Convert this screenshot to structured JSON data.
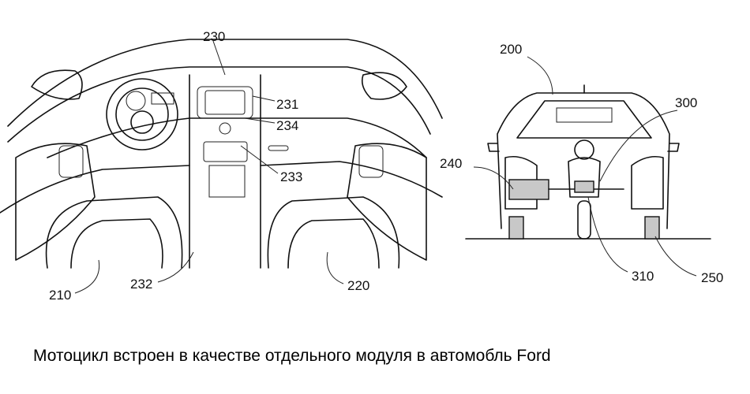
{
  "figure_left": {
    "labels": {
      "l230": "230",
      "l231": "231",
      "l234": "234",
      "l233": "233",
      "l210": "210",
      "l232": "232",
      "l220": "220"
    }
  },
  "figure_right": {
    "labels": {
      "l200": "200",
      "l300": "300",
      "l240": "240",
      "l310": "310",
      "l250": "250"
    }
  },
  "caption": "Мотоцикл встроен в качестве отдельного модуля в автомобль Ford"
}
